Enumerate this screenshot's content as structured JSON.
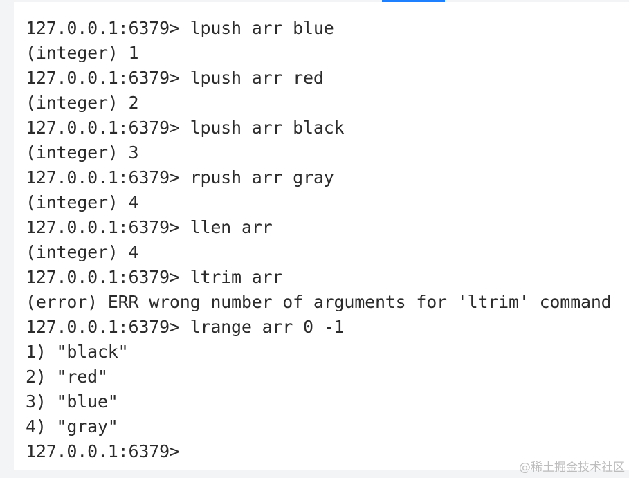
{
  "terminal": {
    "lines": [
      {
        "prompt": "127.0.0.1:6379> ",
        "text": "lpush arr blue"
      },
      {
        "prompt": "",
        "text": "(integer) 1"
      },
      {
        "prompt": "127.0.0.1:6379> ",
        "text": "lpush arr red"
      },
      {
        "prompt": "",
        "text": "(integer) 2"
      },
      {
        "prompt": "127.0.0.1:6379> ",
        "text": "lpush arr black"
      },
      {
        "prompt": "",
        "text": "(integer) 3"
      },
      {
        "prompt": "127.0.0.1:6379> ",
        "text": "rpush arr gray"
      },
      {
        "prompt": "",
        "text": "(integer) 4"
      },
      {
        "prompt": "127.0.0.1:6379> ",
        "text": "llen arr"
      },
      {
        "prompt": "",
        "text": "(integer) 4"
      },
      {
        "prompt": "127.0.0.1:6379> ",
        "text": "ltrim arr"
      },
      {
        "prompt": "",
        "text": "(error) ERR wrong number of arguments for 'ltrim' command"
      },
      {
        "prompt": "127.0.0.1:6379> ",
        "text": "lrange arr 0 -1"
      },
      {
        "prompt": "",
        "text": "1) \"black\""
      },
      {
        "prompt": "",
        "text": "2) \"red\""
      },
      {
        "prompt": "",
        "text": "3) \"blue\""
      },
      {
        "prompt": "",
        "text": "4) \"gray\""
      },
      {
        "prompt": "127.0.0.1:6379>",
        "text": ""
      }
    ]
  },
  "watermark": "@稀土掘金技术社区",
  "colors": {
    "background": "#f3f4f6",
    "terminal_bg": "#ffffff",
    "text": "#2b2b2b",
    "tab_indicator": "#1e80ff",
    "watermark": "#bdbdbd"
  }
}
